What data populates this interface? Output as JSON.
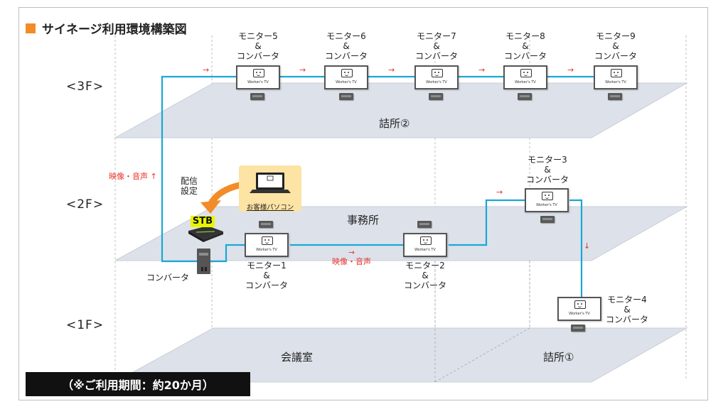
{
  "title": "サイネージ利用環境構築図",
  "floors": {
    "f3": "<3F>",
    "f2": "<2F>",
    "f1": "<1F>"
  },
  "rooms": {
    "tsumesho2": "詰所②",
    "jimusho": "事務所",
    "kaigishitsu": "会議室",
    "tsumesho1": "詰所①"
  },
  "monitors": {
    "m5": "モニター5\n&\nコンバータ",
    "m6": "モニター6\n&\nコンバータ",
    "m7": "モニター7\n&\nコンバータ",
    "m8": "モニター8\n&\nコンバータ",
    "m9": "モニター9\n&\nコンバータ",
    "m3": "モニター3\n&\nコンバータ",
    "m1": "モニター1\n&\nコンバータ",
    "m2": "モニター2\n&\nコンバータ",
    "m4": "モニター4\n&\nコンバータ"
  },
  "tv_brand": "Worker's TV",
  "stb": "STB",
  "converter": "コンバータ",
  "delivery_setting": "配信\n設定",
  "customer_pc": "お客様パソコン",
  "signal_vertical": "映像・音声 ↑",
  "signal_horizontal": "→\n映像・音声",
  "arrow_right": "→",
  "arrow_down": "↓",
  "period_note": "（※ご利用期間：約20か月）",
  "colors": {
    "accent": "#f28c28",
    "cable": "#1aa7d6",
    "arrow": "#e8332b",
    "floor_plate": "#dde2ea",
    "pc_panel": "#fde3a4",
    "stb_label": "#e9f500"
  }
}
